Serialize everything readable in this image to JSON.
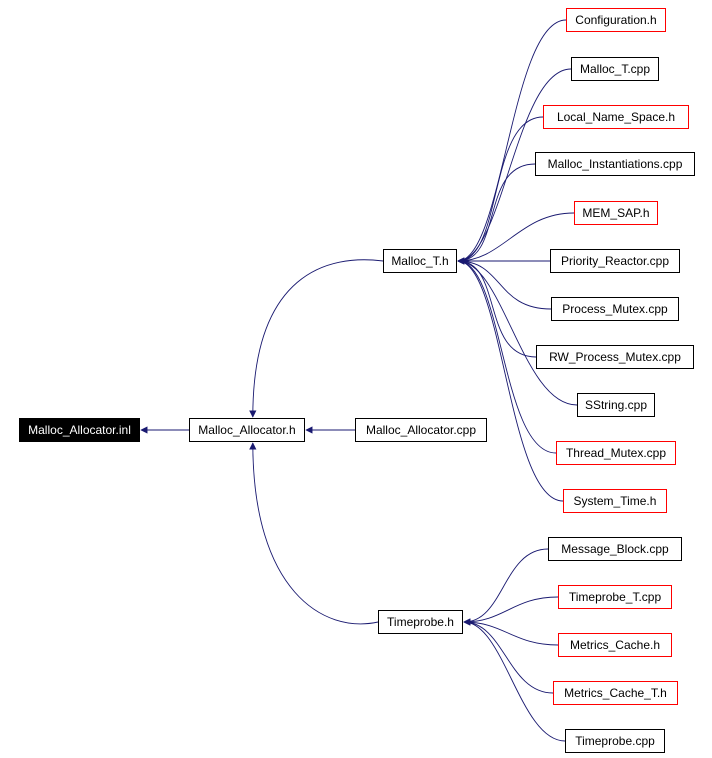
{
  "diagram": {
    "edge_color": "#191970",
    "nodes": {
      "root": "Malloc_Allocator.inl",
      "malloc_allocator_h": "Malloc_Allocator.h",
      "malloc_allocator_cpp": "Malloc_Allocator.cpp",
      "malloc_t_h": "Malloc_T.h",
      "timeprobe_h": "Timeprobe.h",
      "configuration_h": "Configuration.h",
      "malloc_t_cpp": "Malloc_T.cpp",
      "local_name_space_h": "Local_Name_Space.h",
      "malloc_instantiations_cpp": "Malloc_Instantiations.cpp",
      "mem_sap_h": "MEM_SAP.h",
      "priority_reactor_cpp": "Priority_Reactor.cpp",
      "process_mutex_cpp": "Process_Mutex.cpp",
      "rw_process_mutex_cpp": "RW_Process_Mutex.cpp",
      "sstring_cpp": "SString.cpp",
      "thread_mutex_cpp": "Thread_Mutex.cpp",
      "system_time_h": "System_Time.h",
      "message_block_cpp": "Message_Block.cpp",
      "timeprobe_t_cpp": "Timeprobe_T.cpp",
      "metrics_cache_h": "Metrics_Cache.h",
      "metrics_cache_t_h": "Metrics_Cache_T.h",
      "timeprobe_cpp": "Timeprobe.cpp"
    }
  }
}
